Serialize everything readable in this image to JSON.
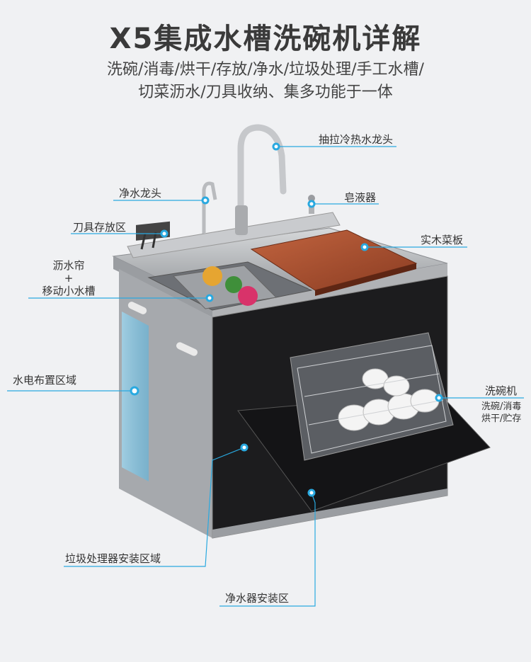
{
  "title": "X5集成水槽洗碗机详解",
  "subtitle_line1": "洗碗/消毒/烘干/存放/净水/垃圾处理/手工水槽/",
  "subtitle_line2": "切菜沥水/刀具收纳、集多功能于一体",
  "labels": {
    "pull_faucet": "抽拉冷热水龙头",
    "pure_faucet": "净水龙头",
    "soap": "皂液器",
    "knife_area": "刀具存放区",
    "board": "实木菜板",
    "drain_line1": "沥水帘",
    "drain_plus": "+",
    "drain_line2": "移动小水槽",
    "utility_area": "水电布置区域",
    "dishwasher": "洗碗机",
    "dishwasher_sub1": "洗碗/消毒",
    "dishwasher_sub2": "烘干/贮存",
    "disposer_area": "垃圾处理器安装区域",
    "purifier_area": "净水器安装区"
  },
  "colors": {
    "accent": "#29a9e0",
    "text": "#333333",
    "cabinet_dark": "#1c1c1e",
    "steel": "#b8babd"
  }
}
